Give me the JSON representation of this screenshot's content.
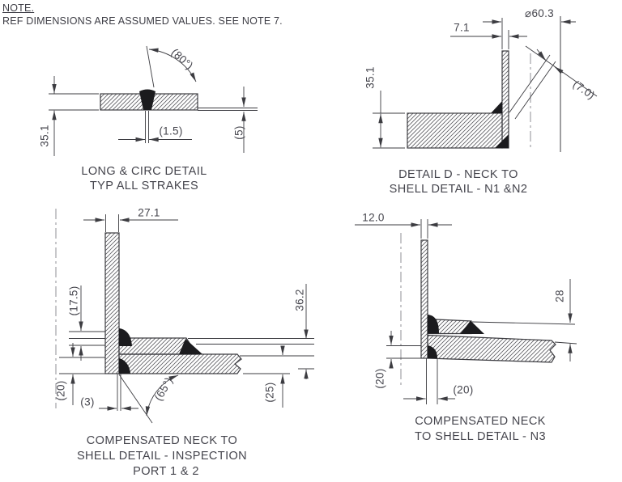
{
  "note": {
    "title": "NOTE.",
    "body": "REF DIMENSIONS ARE ASSUMED VALUES. SEE NOTE 7."
  },
  "colors": {
    "line": "#3c3c41",
    "text": "#45454d",
    "hatch": "#5b5b60",
    "weld": "#1b1b1e",
    "centerline": "#8f8f94",
    "background": "#ffffff"
  },
  "diagrams": {
    "long_circ": {
      "caption1": "LONG & CIRC DETAIL",
      "caption2": "TYP ALL STRAKES",
      "dims": {
        "plate_thickness": "35.1",
        "root_gap": "(1.5)",
        "edge_offset": "(5)",
        "bevel_angle": "(80°)"
      }
    },
    "detail_d": {
      "caption1": "DETAIL D - NECK TO",
      "caption2": "SHELL DETAIL - N1 &N2",
      "dims": {
        "neck_wall": "7.1",
        "neck_od": "⌀60.3",
        "shell_thickness": "35.1",
        "weld_size": "(7.0)"
      }
    },
    "inspection_port": {
      "caption1": "COMPENSATED NECK TO",
      "caption2": "SHELL DETAIL - INSPECTION",
      "caption3": "PORT 1 & 2",
      "dims": {
        "neck_wall": "27.1",
        "comp_plate_thickness": "(17.5)",
        "neck_protrusion": "(20)",
        "root_gap": "(3)",
        "bevel_angle": "(65°)",
        "stack_height": "36.2",
        "shell_thickness": "(25)"
      }
    },
    "n3": {
      "caption1": "COMPENSATED NECK",
      "caption2": "TO SHELL DETAIL - N3",
      "dims": {
        "neck_wall": "12.0",
        "comp_height": "28",
        "neck_protrusion": "(20)",
        "weld_offset": "(20)"
      }
    }
  }
}
